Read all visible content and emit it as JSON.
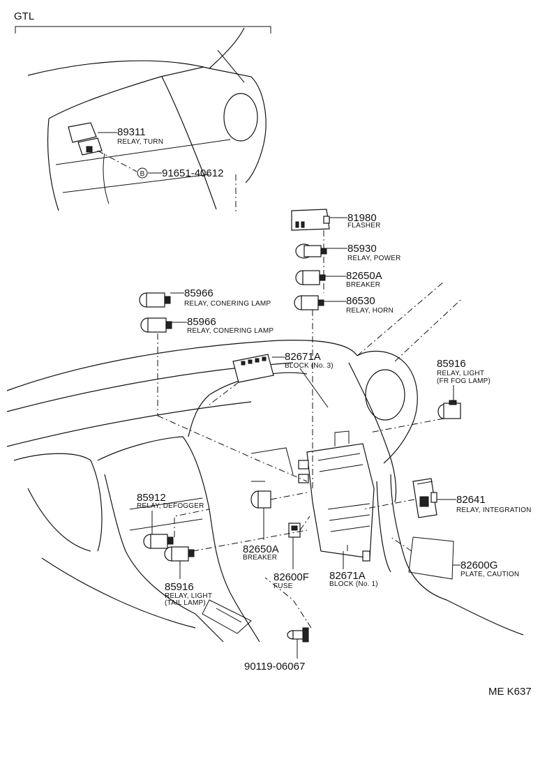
{
  "header": {
    "code": "GTL"
  },
  "footer": {
    "ref": "ME K637"
  },
  "callouts": {
    "p89311": {
      "number": "89311",
      "desc": "RELAY, TURN"
    },
    "p91651": {
      "symbol": "B",
      "number": "91651-40612"
    },
    "p81980": {
      "number": "81980",
      "desc": "FLASHER"
    },
    "p85930": {
      "number": "85930",
      "desc": "RELAY, POWER"
    },
    "p82650a_top": {
      "number": "82650A",
      "desc": "BREAKER"
    },
    "p86530": {
      "number": "86530",
      "desc": "RELAY, HORN"
    },
    "p85966_a": {
      "number": "85966",
      "desc": "RELAY, CONERING LAMP"
    },
    "p85966_b": {
      "number": "85966",
      "desc": "RELAY, CONERING LAMP"
    },
    "p82671a_block3": {
      "number": "82671A",
      "desc": "BLOCK (No. 3)"
    },
    "p85916_fog": {
      "number": "85916",
      "desc1": "RELAY, LIGHT",
      "desc2": "(FR FOG LAMP)"
    },
    "p85912": {
      "number": "85912",
      "desc": "RELAY, DEFOGGER"
    },
    "p82641": {
      "number": "82641",
      "desc": "RELAY, INTEGRATION"
    },
    "p82650a_low": {
      "number": "82650A",
      "desc": "BREAKER"
    },
    "p82600g": {
      "number": "82600G",
      "desc": "PLATE, CAUTION"
    },
    "p82600f": {
      "number": "82600F",
      "desc": "FUSE"
    },
    "p82671a_block1": {
      "number": "82671A",
      "desc": "BLOCK (No. 1)"
    },
    "p85916_tail": {
      "number": "85916",
      "desc1": "RELAY, LIGHT",
      "desc2": "(TAIL LAMP)"
    },
    "p90119": {
      "number": "90119-06067"
    }
  }
}
